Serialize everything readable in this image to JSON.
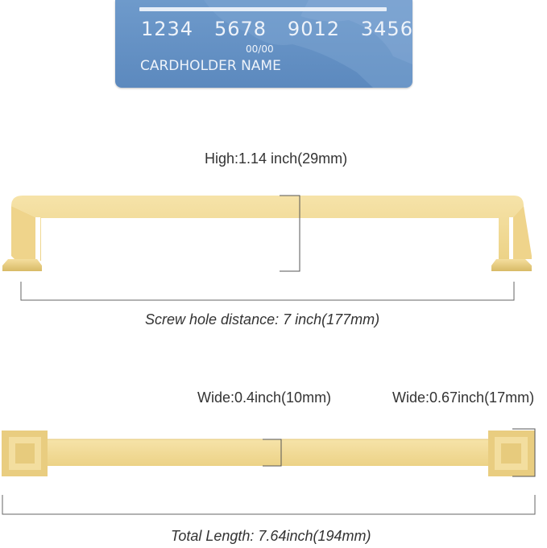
{
  "card": {
    "number": "1234   5678   9012   3456",
    "expiry": "00/00",
    "holder": "CARDHOLDER NAME"
  },
  "dimensions": {
    "height_label": "High:1.14 inch(29mm)",
    "screw_hole_label": "Screw hole distance:  7  inch(177mm)",
    "wide_bar_label": "Wide:0.4inch(10mm)",
    "wide_base_label": "Wide:0.67inch(17mm)",
    "total_length_label": "Total Length: 7.64inch(194mm)"
  },
  "colors": {
    "card_blue": "#6a96c8",
    "brass": "#f2dc9a",
    "brass_dark": "#d9bd6c",
    "line": "#555555"
  }
}
